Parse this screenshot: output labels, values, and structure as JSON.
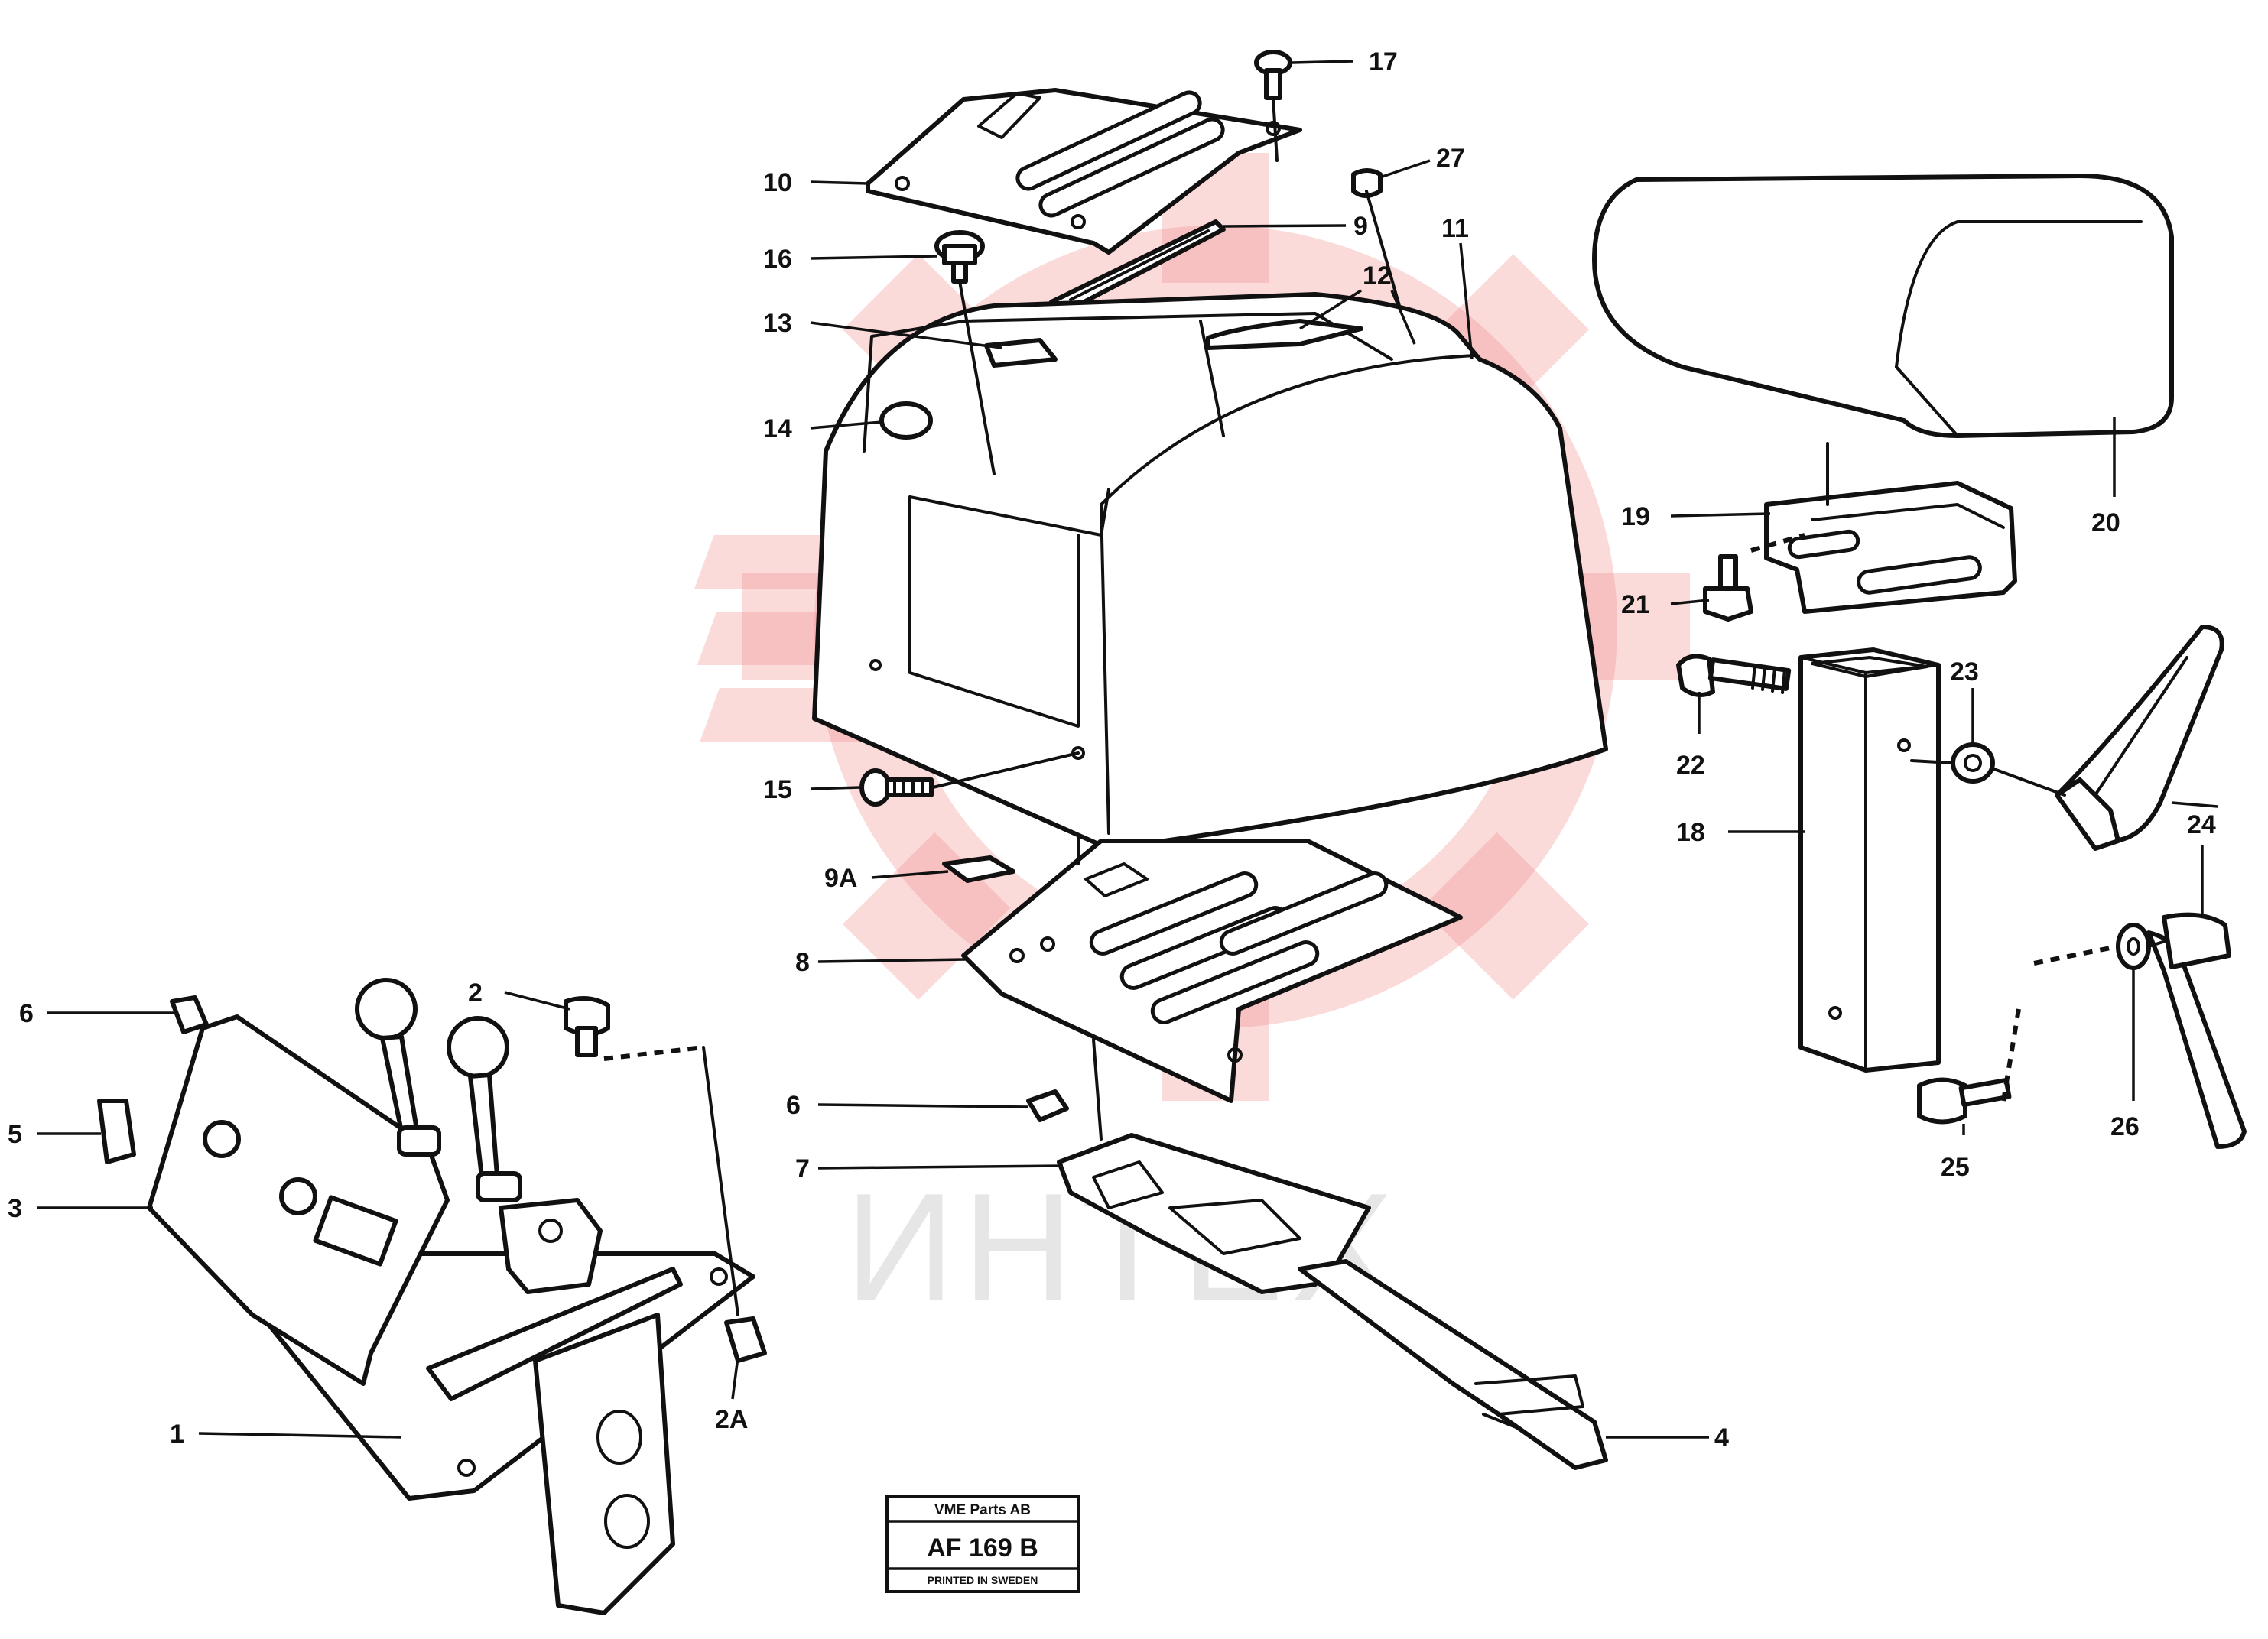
{
  "callouts": [
    {
      "id": "1",
      "label": "1"
    },
    {
      "id": "2",
      "label": "2"
    },
    {
      "id": "2A",
      "label": "2A"
    },
    {
      "id": "3",
      "label": "3"
    },
    {
      "id": "4",
      "label": "4"
    },
    {
      "id": "5",
      "label": "5"
    },
    {
      "id": "6a",
      "label": "6"
    },
    {
      "id": "6b",
      "label": "6"
    },
    {
      "id": "7",
      "label": "7"
    },
    {
      "id": "8",
      "label": "8"
    },
    {
      "id": "9",
      "label": "9"
    },
    {
      "id": "9A",
      "label": "9A"
    },
    {
      "id": "10",
      "label": "10"
    },
    {
      "id": "11",
      "label": "11"
    },
    {
      "id": "12",
      "label": "12"
    },
    {
      "id": "13",
      "label": "13"
    },
    {
      "id": "14",
      "label": "14"
    },
    {
      "id": "15",
      "label": "15"
    },
    {
      "id": "16",
      "label": "16"
    },
    {
      "id": "17",
      "label": "17"
    },
    {
      "id": "18",
      "label": "18"
    },
    {
      "id": "19",
      "label": "19"
    },
    {
      "id": "20",
      "label": "20"
    },
    {
      "id": "21",
      "label": "21"
    },
    {
      "id": "22",
      "label": "22"
    },
    {
      "id": "23",
      "label": "23"
    },
    {
      "id": "24",
      "label": "24"
    },
    {
      "id": "25",
      "label": "25"
    },
    {
      "id": "26",
      "label": "26"
    },
    {
      "id": "27",
      "label": "27"
    }
  ],
  "stamp": {
    "company": "VME Parts AB",
    "code": "AF 169 B",
    "note": "PRINTED IN SWEDEN"
  },
  "watermark": {
    "text": "ИНТЕХ",
    "color": "#f28c8c"
  }
}
